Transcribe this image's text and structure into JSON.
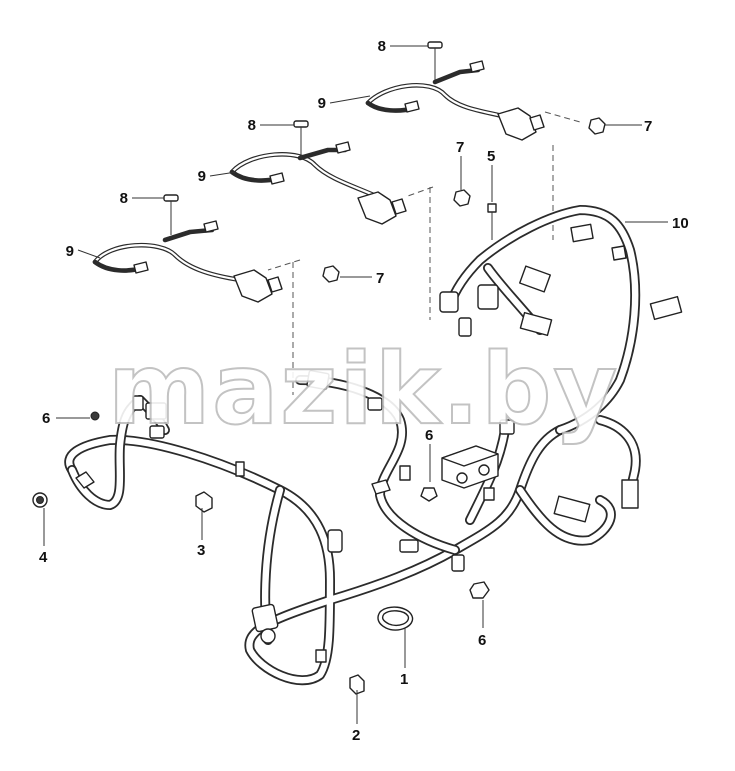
{
  "watermark": "mazik.by",
  "callouts": {
    "c1": "1",
    "c2": "2",
    "c3": "3",
    "c4": "4",
    "c5": "5",
    "c6a": "6",
    "c6b": "6",
    "c6c": "6",
    "c7a": "7",
    "c7b": "7",
    "c7c": "7",
    "c8a": "8",
    "c8b": "8",
    "c8c": "8",
    "c9a": "9",
    "c9b": "9",
    "c9c": "9",
    "c10": "10"
  },
  "colors": {
    "line": "#2b2b2b",
    "watermark_outline": "#bdbdbd",
    "background": "#ffffff"
  }
}
